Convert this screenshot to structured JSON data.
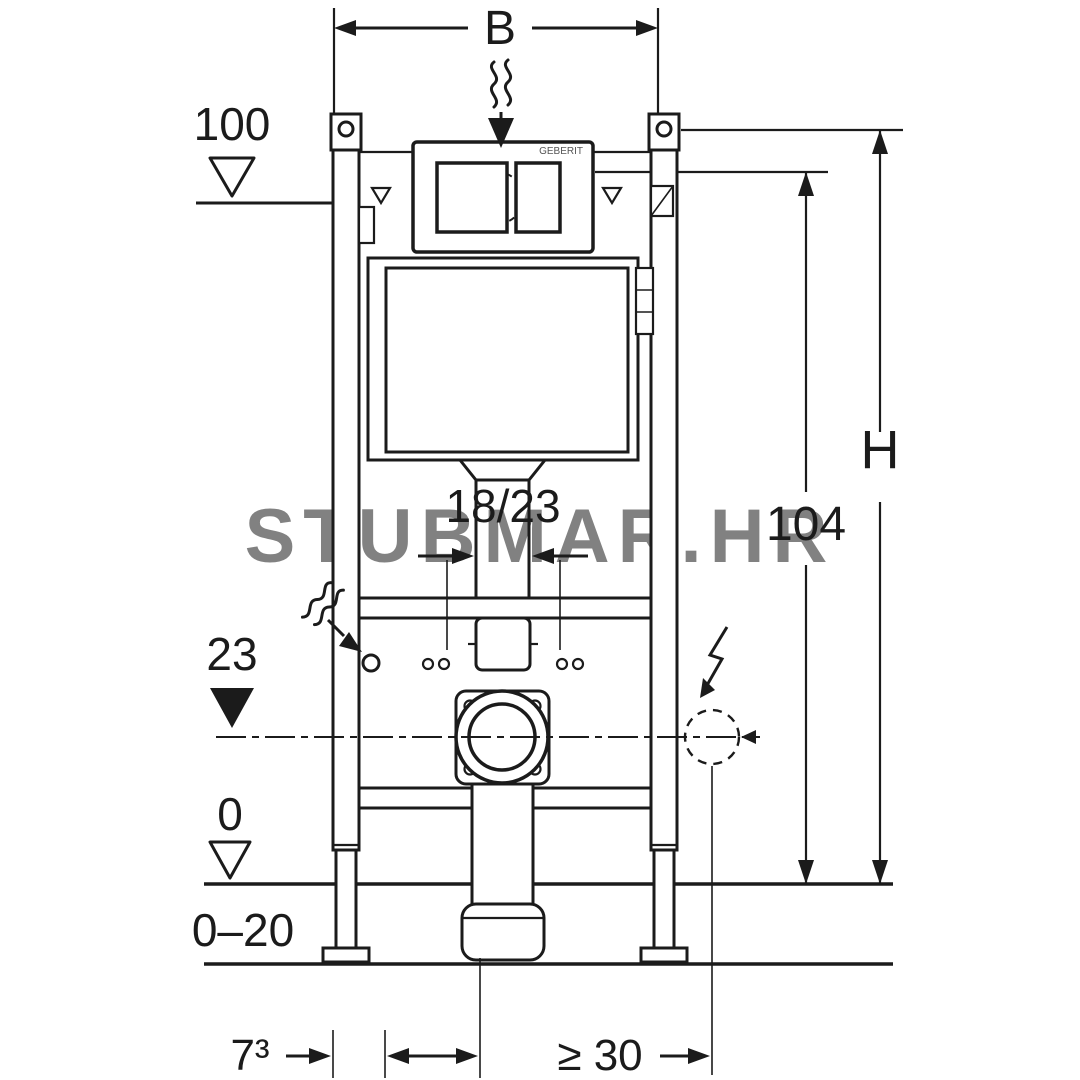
{
  "meta": {
    "background": "#ffffff",
    "line_color": "#1b1b1b",
    "watermark_color": "#ccd3d8"
  },
  "labels": {
    "width_top": "B",
    "level_100": "100",
    "depth_18_23": "18/23",
    "level_23": "23",
    "level_0": "0",
    "floor_build_up": "0–20",
    "height_104": "104",
    "height_H": "H",
    "foot_offset": "7³",
    "min_clearance": "≥ 30",
    "watermark": "STUBMAR.HR",
    "brand": "GEBERIT"
  }
}
